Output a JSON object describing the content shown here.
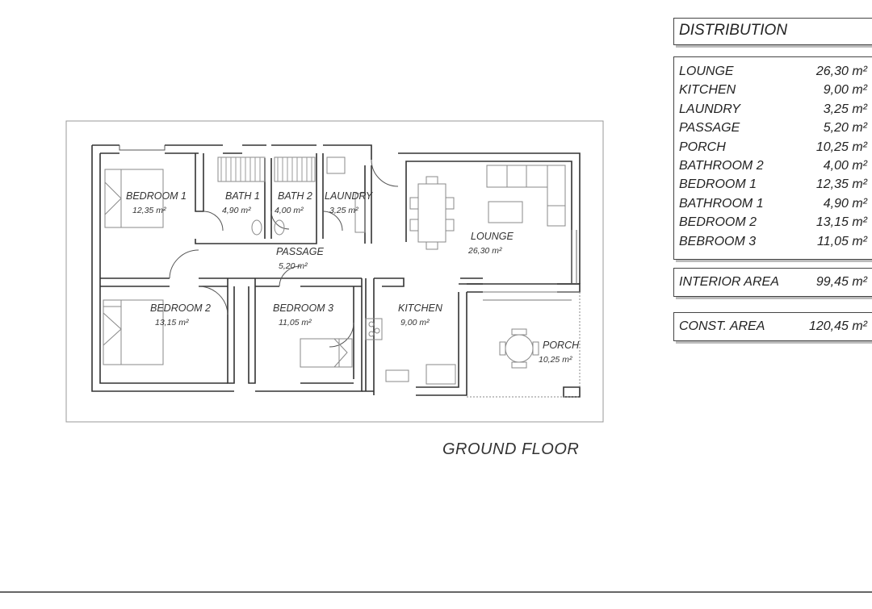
{
  "plan": {
    "caption": "GROUND FLOOR",
    "rooms": [
      {
        "name": "BEDROOM 1",
        "area": "12,35 m²"
      },
      {
        "name": "BATH 1",
        "area": "4,90 m²"
      },
      {
        "name": "BATH 2",
        "area": "4,00 m²"
      },
      {
        "name": "LAUNDRY",
        "area": "3,25 m²"
      },
      {
        "name": "LOUNGE",
        "area": "26,30 m²"
      },
      {
        "name": "PASSAGE",
        "area": "5,20 m²"
      },
      {
        "name": "BEDROOM 2",
        "area": "13,15 m²"
      },
      {
        "name": "BEDROOM 3",
        "area": "11,05 m²"
      },
      {
        "name": "KITCHEN",
        "area": "9,00 m²"
      },
      {
        "name": "PORCH",
        "area": "10,25 m²"
      }
    ]
  },
  "distribution": {
    "title": "DISTRIBUTION",
    "items": [
      {
        "name": "LOUNGE",
        "value": "26,30 m²"
      },
      {
        "name": "KITCHEN",
        "value": "9,00 m²"
      },
      {
        "name": "LAUNDRY",
        "value": "3,25 m²"
      },
      {
        "name": "PASSAGE",
        "value": "5,20 m²"
      },
      {
        "name": "PORCH",
        "value": "10,25 m²"
      },
      {
        "name": "BATHROOM 2",
        "value": "4,00 m²"
      },
      {
        "name": "BEDROOM 1",
        "value": "12,35 m²"
      },
      {
        "name": "BATHROOM 1",
        "value": "4,90 m²"
      },
      {
        "name": "BEDROOM 2",
        "value": "13,15 m²"
      },
      {
        "name": "BEBROOM 3",
        "value": "11,05 m²"
      }
    ],
    "interior": {
      "name": "INTERIOR AREA",
      "value": "99,45 m²"
    },
    "constructed": {
      "name": "CONST. AREA",
      "value": "120,45 m²"
    }
  }
}
